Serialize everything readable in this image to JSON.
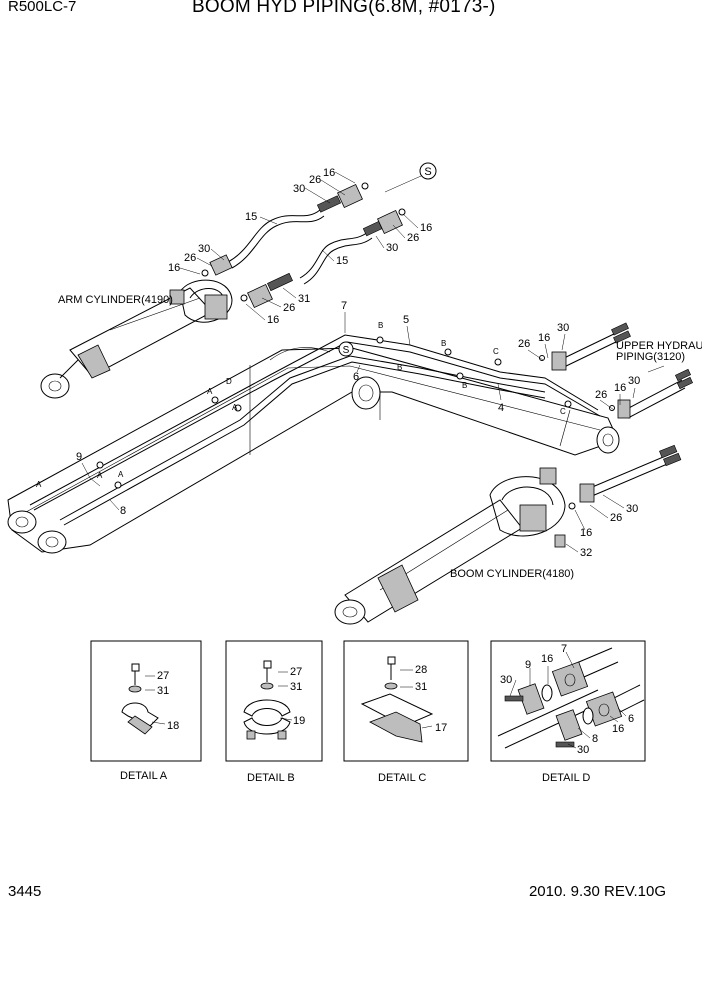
{
  "header": {
    "model": "R500LC-7",
    "title": "BOOM HYD PIPING(6.8M, #0173-)"
  },
  "footer": {
    "page": "3445",
    "revision": "2010. 9.30  REV.10G"
  },
  "callouts": {
    "arm_cylinder": "ARM CYLINDER(4190)",
    "boom_cylinder": "BOOM CYLINDER(4180)",
    "upper_piping_1": "UPPER HYDRAULIC",
    "upper_piping_2": "PIPING(3120)",
    "s_marker": "S"
  },
  "part_numbers": {
    "p4": "4",
    "p5": "5",
    "p6": "6",
    "p7": "7",
    "p8": "8",
    "p9": "9",
    "p15": "15",
    "p16": "16",
    "p17": "17",
    "p18": "18",
    "p19": "19",
    "p26": "26",
    "p27": "27",
    "p28": "28",
    "p30": "30",
    "p31": "31",
    "p32": "32"
  },
  "detail_letters": {
    "a": "A",
    "b": "B",
    "c": "C",
    "d": "D"
  },
  "details": [
    {
      "caption": "DETAIL  A"
    },
    {
      "caption": "DETAIL  B"
    },
    {
      "caption": "DETAIL  C"
    },
    {
      "caption": "DETAIL  D"
    }
  ]
}
